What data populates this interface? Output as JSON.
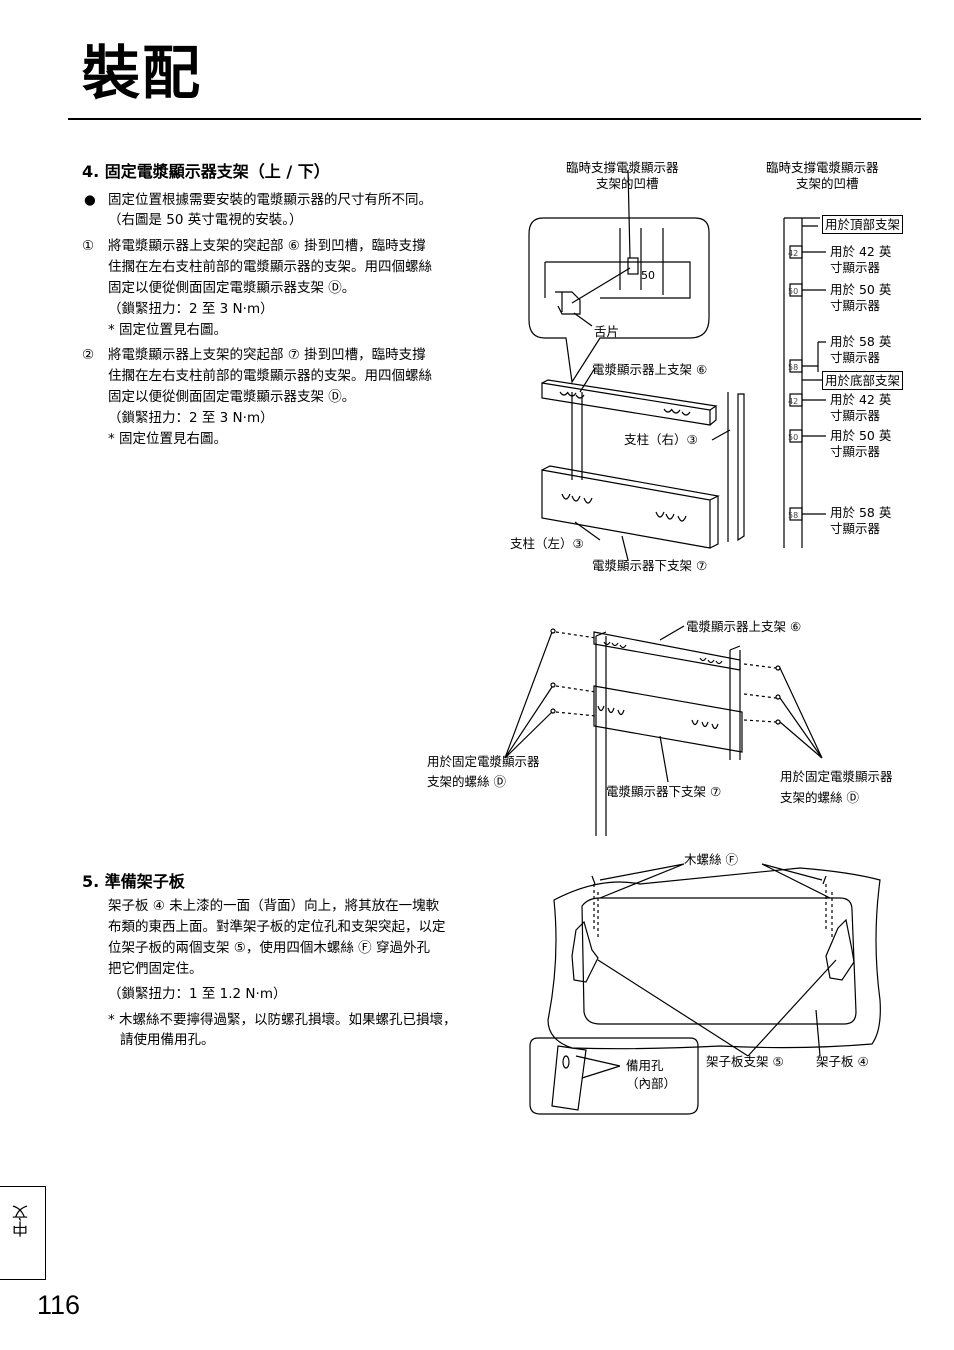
{
  "page": {
    "title": "裝配",
    "number": "116",
    "side_tab": "中文"
  },
  "step4": {
    "heading": "4.  固定電漿顯示器支架（上 / 下）",
    "bullet": "●",
    "bullet_line1": "固定位置根據需要安裝的電漿顯示器的尺寸有所不同。",
    "bullet_line2": "（右圖是 50 英寸電視的安裝。）",
    "item1_marker": "①",
    "item1_lines": [
      "將電漿顯示器上支架的突起部 ⑥ 掛到凹槽，臨時支撐",
      "住擱在左右支柱前部的電漿顯示器的支架。用四個螺絲",
      "固定以便從側面固定電漿顯示器支架 Ⓓ。",
      "（鎖緊扭力：2 至 3 N·m）",
      "* 固定位置見右圖。"
    ],
    "item2_marker": "②",
    "item2_lines": [
      "將電漿顯示器上支架的突起部 ⑦ 掛到凹槽，臨時支撐",
      "住擱在左右支柱前部的電漿顯示器的支架。用四個螺絲",
      "固定以便從側面固定電漿顯示器支架 Ⓓ。",
      "（鎖緊扭力：2 至 3 N·m）",
      "* 固定位置見右圖。"
    ]
  },
  "diagram1": {
    "notch_label_l1": "臨時支撐電漿顯示器",
    "notch_label_l2": "支架的凹槽",
    "tongue": "舌片",
    "mark50": "50",
    "upper_bracket": "電漿顯示器上支架 ⑥",
    "post_right": "支柱（右）③",
    "post_left": "支柱（左）③",
    "lower_bracket": "電漿顯示器下支架 ⑦"
  },
  "scale": {
    "notch_label_l1": "臨時支撐電漿顯示器",
    "notch_label_l2": "支架的凹槽",
    "top_box": "用於頂部支架",
    "bottom_box": "用於底部支架",
    "mark_42": "42",
    "mark_50": "50",
    "mark_58": "58",
    "t42_l1": "用於 42 英",
    "t42_l2": "寸顯示器",
    "t50_l1": "用於 50 英",
    "t50_l2": "寸顯示器",
    "t58_l1": "用於 58 英",
    "t58_l2": "寸顯示器",
    "b42_l1": "用於 42 英",
    "b42_l2": "寸顯示器",
    "b50_l1": "用於 50 英",
    "b50_l2": "寸顯示器",
    "b58_l1": "用於 58 英",
    "b58_l2": "寸顯示器"
  },
  "diagram2": {
    "upper_bracket": "電漿顯示器上支架 ⑥",
    "lower_bracket": "電漿顯示器下支架 ⑦",
    "screw_left_l1": "用於固定電漿顯示器",
    "screw_left_l2": "支架的螺絲 Ⓓ",
    "screw_right_l1": "用於固定電漿顯示器",
    "screw_right_l2": "支架的螺絲 Ⓓ"
  },
  "step5": {
    "heading": "5.  準備架子板",
    "lines": [
      "架子板 ④ 未上漆的一面（背面）向上，將其放在一塊軟",
      "布類的東西上面。對準架子板的定位孔和支架突起，以定",
      "位架子板的兩個支架 ⑤，使用四個木螺絲 Ⓕ 穿過外孔",
      "把它們固定住。"
    ],
    "torque": "（鎖緊扭力：1 至 1.2 N·m）",
    "note_l1": "* 木螺絲不要擰得過緊，以防螺孔損壞。如果螺孔已損壞，",
    "note_l2": "請使用備用孔。"
  },
  "diagram3": {
    "wood_screw": "木螺絲 Ⓕ",
    "spare_l1": "備用孔",
    "spare_l2": "（內部）",
    "shelf_bracket": "架子板支架 ⑤",
    "shelf_board": "架子板 ④"
  }
}
